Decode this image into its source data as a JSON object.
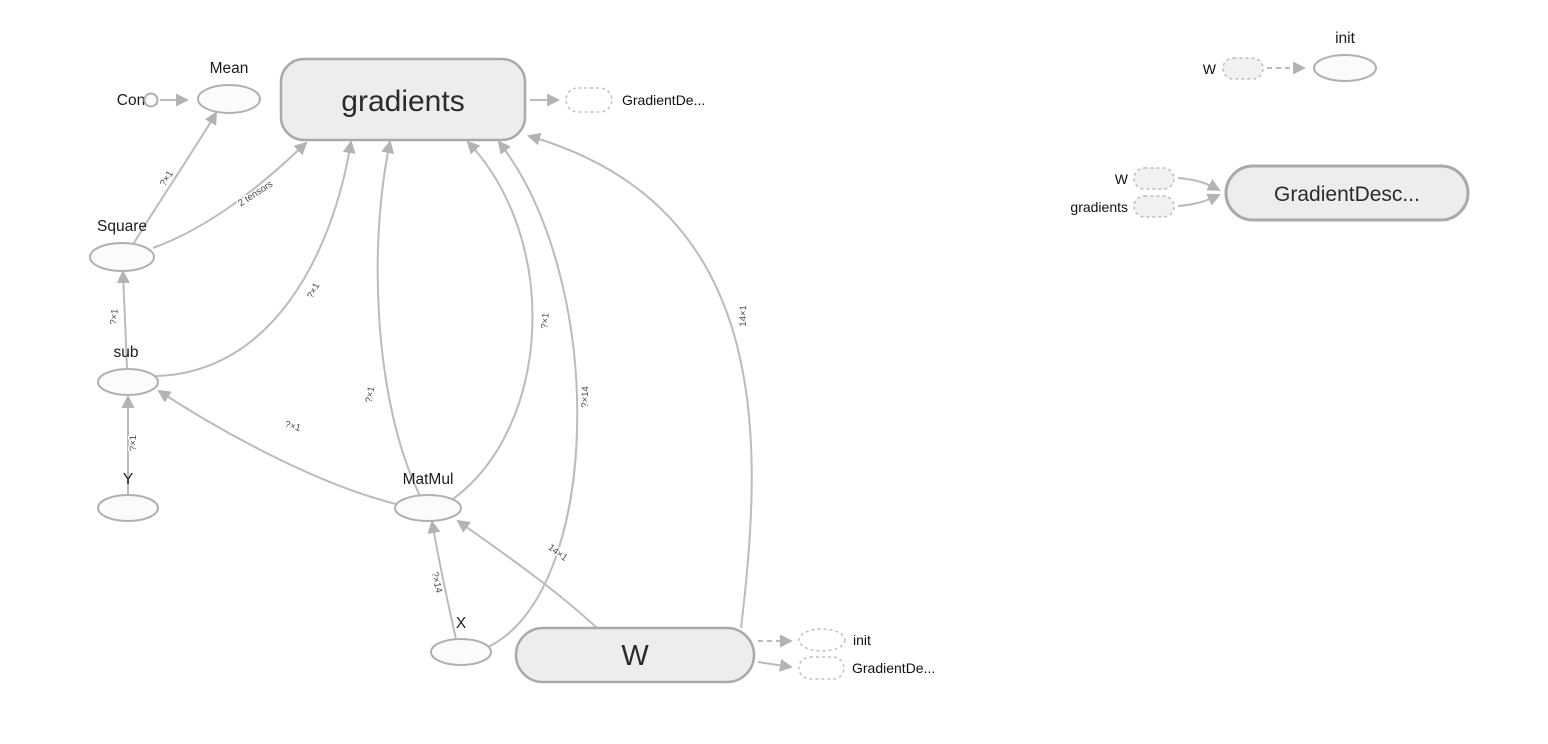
{
  "main": {
    "nodes": {
      "const": "Const",
      "mean": "Mean",
      "gradients": "gradients",
      "square": "Square",
      "sub": "sub",
      "y": "Y",
      "matmul": "MatMul",
      "x": "X",
      "w": "W"
    },
    "refs": {
      "gradients_out": "GradientDe...",
      "w_init": "init",
      "w_gradient_descent": "GradientDe..."
    },
    "edge_labels": {
      "square_mean": "?×1",
      "square_gradients": "2 tensors",
      "sub_square": "?×1",
      "sub_gradients": "?×1",
      "y_sub": "?×1",
      "matmul_sub": "?×1",
      "matmul_gradients_a": "?×1",
      "matmul_gradients_b": "?×1",
      "x_matmul": "?×14",
      "x_gradients": "?×14",
      "w_matmul": "14×1",
      "w_gradients": "14×1"
    }
  },
  "aux": {
    "init_node": "init",
    "init_input": "W",
    "gradient_descent_node": "GradientDesc...",
    "gradient_descent_input_w": "W",
    "gradient_descent_input_gradients": "gradients"
  },
  "colors": {
    "namespace_fill": "#ededed",
    "node_stroke": "#b0b0b0",
    "edge_stroke": "#bbbbbb",
    "label_text": "#212121"
  }
}
